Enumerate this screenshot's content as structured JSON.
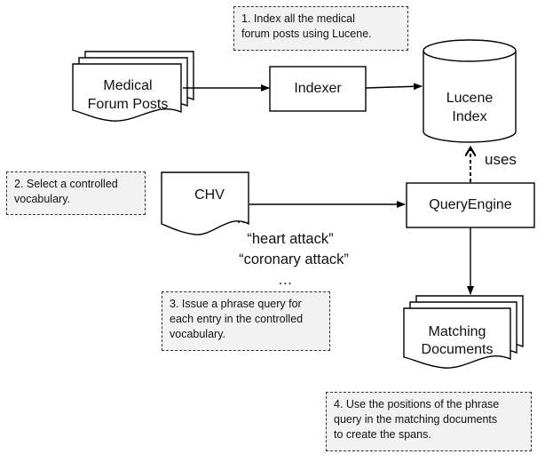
{
  "nodes": {
    "forum_posts": "Medical\nForum Posts",
    "indexer": "Indexer",
    "lucene_index": "Lucene\nIndex",
    "chv": "CHV",
    "query_engine": "QueryEngine",
    "matching_documents": "Matching\nDocuments"
  },
  "edges": {
    "uses_label": "uses"
  },
  "vocabulary_entries": [
    "…",
    "“heart attack”",
    "“coronary attack”",
    "…"
  ],
  "notes": {
    "step1": "1. Index all the medical\nforum posts using Lucene.",
    "step2": "2. Select a controlled\nvocabulary.",
    "step3": "3. Issue a phrase query for\neach entry in the controlled\nvocabulary.",
    "step4": "4. Use the positions of the phrase\nquery in the matching documents\nto create the spans."
  }
}
